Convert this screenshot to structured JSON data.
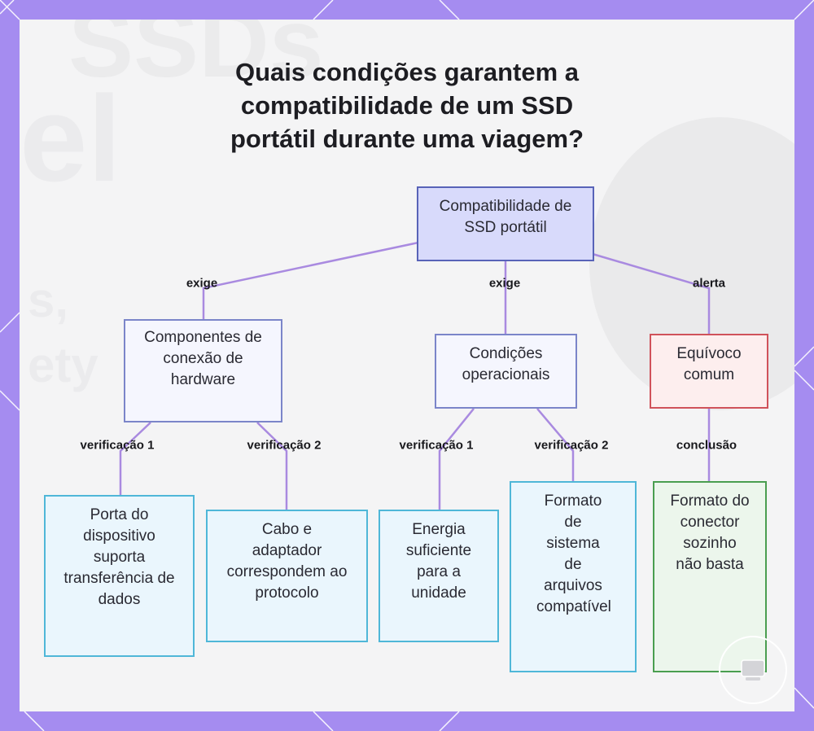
{
  "title": "Quais condições garantem a compatibilidade de um SSD portátil durante uma viagem?",
  "background_words": [
    "SSDs",
    "el",
    "s,",
    "ety"
  ],
  "colors": {
    "frame": "#a58cf0",
    "root_border": "#5863b8",
    "mid_border": "#7b85c9",
    "warning_border": "#d0525a",
    "leaf_border": "#4fb7d8",
    "ok_border": "#4a9e50",
    "edge": "#a98ae0"
  },
  "nodes": {
    "root": "Compatibilidade de SSD portátil",
    "hardware": "Componentes de conexão de hardware",
    "operational": "Condições operacionais",
    "misconception": "Equívoco comum",
    "port": "Porta do dispositivo suporta transferência de dados",
    "cable": "Cabo e adaptador correspondem ao protocolo",
    "power": "Energia suficiente para a unidade",
    "filesystem": "Formato de sistema de arquivos compatível",
    "connector": "Formato do conector sozinho não basta"
  },
  "edges": {
    "root_hardware": "exige",
    "root_operational": "exige",
    "root_misconception": "alerta",
    "hardware_port": "verificação 1",
    "hardware_cable": "verificação 2",
    "operational_power": "verificação 1",
    "operational_filesystem": "verificação 2",
    "misconception_connector": "conclusão"
  }
}
